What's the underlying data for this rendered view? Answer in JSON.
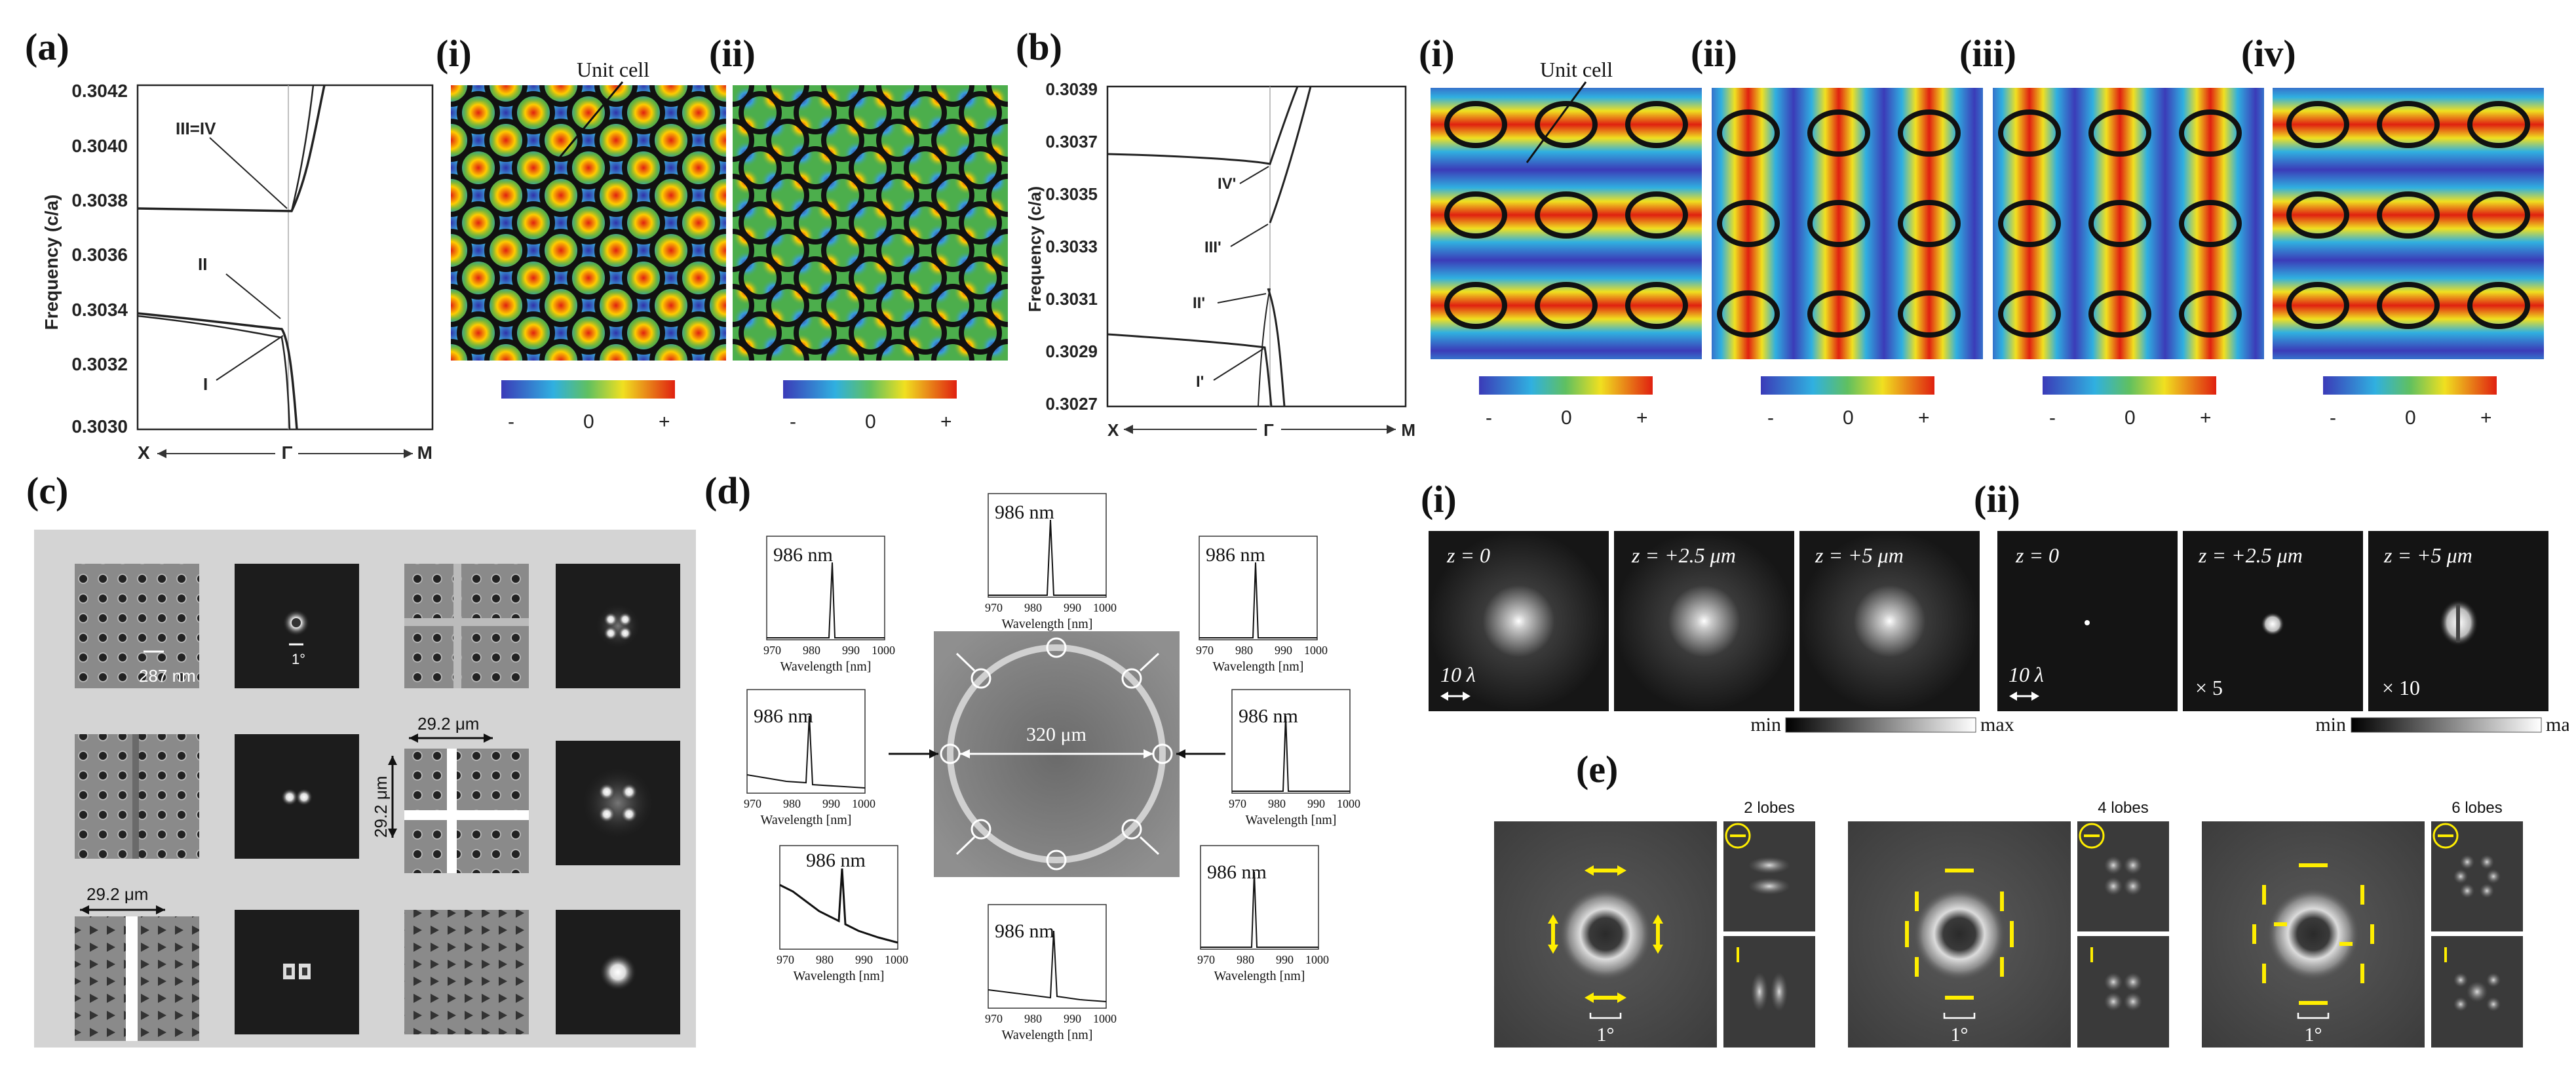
{
  "panel_labels": {
    "a": "(a)",
    "b": "(b)",
    "c": "(c)",
    "d": "(d)",
    "e": "(e)",
    "i": "(i)",
    "ii": "(ii)",
    "iii": "(iii)",
    "iv": "(iv)"
  },
  "colorbar": {
    "minus": "-",
    "zero": "0",
    "plus": "+"
  },
  "panel_a": {
    "ylabel": "Frequency (c/a)",
    "yticks": [
      "0.3030",
      "0.3032",
      "0.3034",
      "0.3036",
      "0.3038",
      "0.3040",
      "0.3042"
    ],
    "xlabels": {
      "x": "X",
      "gamma": "Γ",
      "m": "M"
    },
    "band_labels": {
      "one": "I",
      "two": "II",
      "three_four": "III=IV"
    },
    "unit_cell": "Unit cell"
  },
  "panel_b": {
    "ylabel": "Frequency (c/a)",
    "yticks": [
      "0.3027",
      "0.3029",
      "0.3031",
      "0.3033",
      "0.3035",
      "0.3037",
      "0.3039"
    ],
    "xlabels": {
      "x": "X",
      "gamma": "Γ",
      "m": "M"
    },
    "band_labels": {
      "one": "I'",
      "two": "II'",
      "three": "III'",
      "four": "IV'"
    },
    "unit_cell": "Unit cell"
  },
  "panel_c": {
    "lattice": "287 nm",
    "angle": "1°",
    "period_h": "29.2 μm",
    "period_v": "29.2 μm",
    "period_bottom": "29.2 μm"
  },
  "panel_d": {
    "wavelength": "986 nm",
    "xlabel": "Wavelength [nm]",
    "xticks": [
      "970",
      "980",
      "990",
      "1000"
    ],
    "diameter": "320 μm"
  },
  "panel_i": {
    "z0": "z = 0",
    "z1": "z = +2.5 μm",
    "z2": "z = +5 μm",
    "scale": "10 λ",
    "min": "min",
    "max": "max"
  },
  "panel_ii": {
    "z0": "z = 0",
    "z1": "z = +2.5 μm",
    "z2": "z = +5 μm",
    "scale": "10 λ",
    "mult1": "× 5",
    "mult2": "× 10",
    "min": "min",
    "max": "max"
  },
  "panel_e": {
    "angle": "1°",
    "lobes2": "2 lobes",
    "lobes4": "4 lobes",
    "lobes6": "6 lobes"
  },
  "colors": {
    "arrow": "#ffee00",
    "jet_low": "#3b3bb8",
    "jet_high": "#e02010"
  }
}
